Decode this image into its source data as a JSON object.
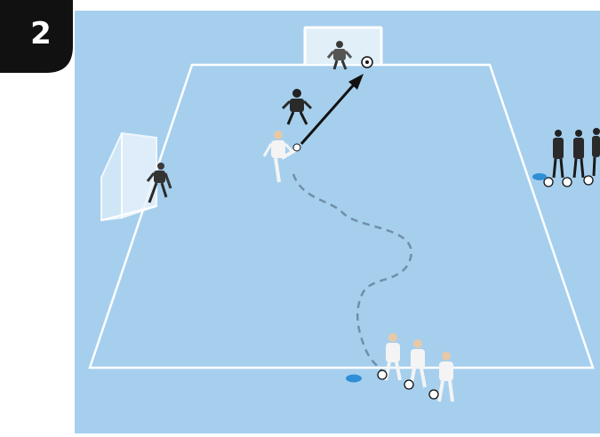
{
  "diagram": {
    "step_number": "2",
    "colors": {
      "background": "#a6cfee",
      "pitch_lines": "#ffffff",
      "badge": "#111111",
      "cone": "#2e8fd6",
      "arrow": "#111111",
      "dribble_path": "#6f8fa8",
      "attacker_kit": "#f4f4f4",
      "defender_kit": "#2a2a2a",
      "goalkeeper_kit": "#555555"
    },
    "elements": {
      "goals": [
        "top-goal",
        "left-goal"
      ],
      "players": {
        "attackers_queue": 3,
        "defenders_queue": 3,
        "goalkeepers": 2
      },
      "cones": 2
    }
  }
}
